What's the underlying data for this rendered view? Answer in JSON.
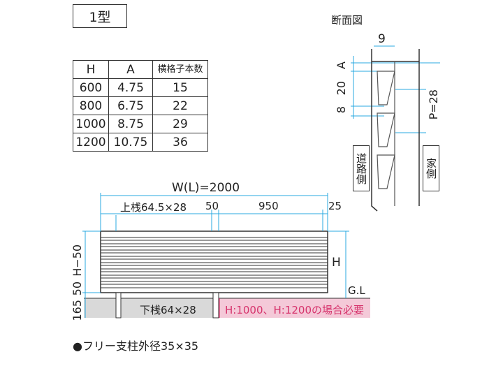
{
  "type_label": "1型",
  "section_title": "断面図",
  "table": {
    "headers": [
      "H",
      "A",
      "横格子本数"
    ],
    "rows": [
      [
        "600",
        "4.75",
        "15"
      ],
      [
        "800",
        "6.75",
        "22"
      ],
      [
        "1000",
        "8.75",
        "29"
      ],
      [
        "1200",
        "10.75",
        "36"
      ]
    ]
  },
  "dims": {
    "width_total": "W(L)=2000",
    "top_rail": "上桟64.5×28",
    "d50": "50",
    "d950": "950",
    "d25": "25",
    "bottom_rail": "下桟64×28",
    "h_left_upper": "H−50",
    "h_left_mid": "50",
    "h_left_lower": "165",
    "h_right": "H",
    "gl": "G.L",
    "warning": "H:1000、H:1200の場合必要"
  },
  "section": {
    "dim9": "9",
    "dimA": "A",
    "dim20": "20",
    "dim8": "8",
    "pitch": "P=28",
    "road_side": "道路側",
    "house_side": "家側"
  },
  "footnote": "●フリー支柱外径35×35",
  "colors": {
    "accent": "#d6336c",
    "dim_line": "#29a9e1",
    "ground": "#d9d9d9"
  }
}
